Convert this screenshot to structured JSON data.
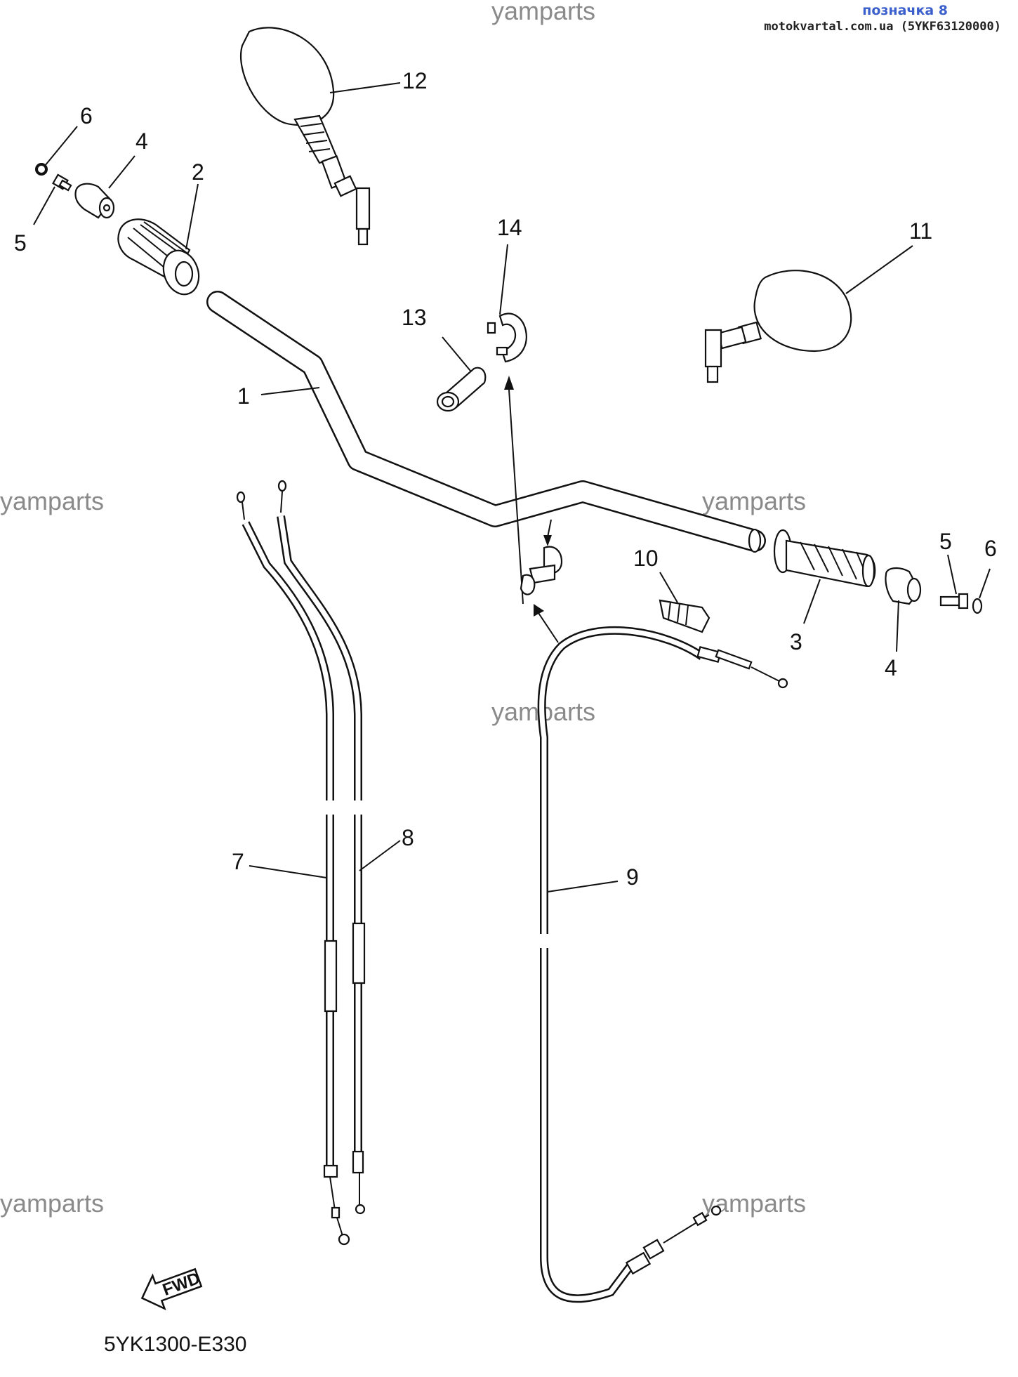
{
  "header": {
    "title": "позначка 8",
    "source": "motokvartal.com.ua (5YKF63120000)"
  },
  "watermark": "yamparts",
  "diagram_code": "5YK1300-E330",
  "fwd_label": "FWD",
  "labels": {
    "p1": "1",
    "p2": "2",
    "p3": "3",
    "p4a": "4",
    "p4b": "4",
    "p5a": "5",
    "p5b": "5",
    "p6a": "6",
    "p6b": "6",
    "p7": "7",
    "p8": "8",
    "p9": "9",
    "p10": "10",
    "p11": "11",
    "p12": "12",
    "p13": "13",
    "p14": "14"
  },
  "colors": {
    "header_title": "#3a5fcd",
    "watermark": "#8a8a8a",
    "ink": "#111111"
  }
}
